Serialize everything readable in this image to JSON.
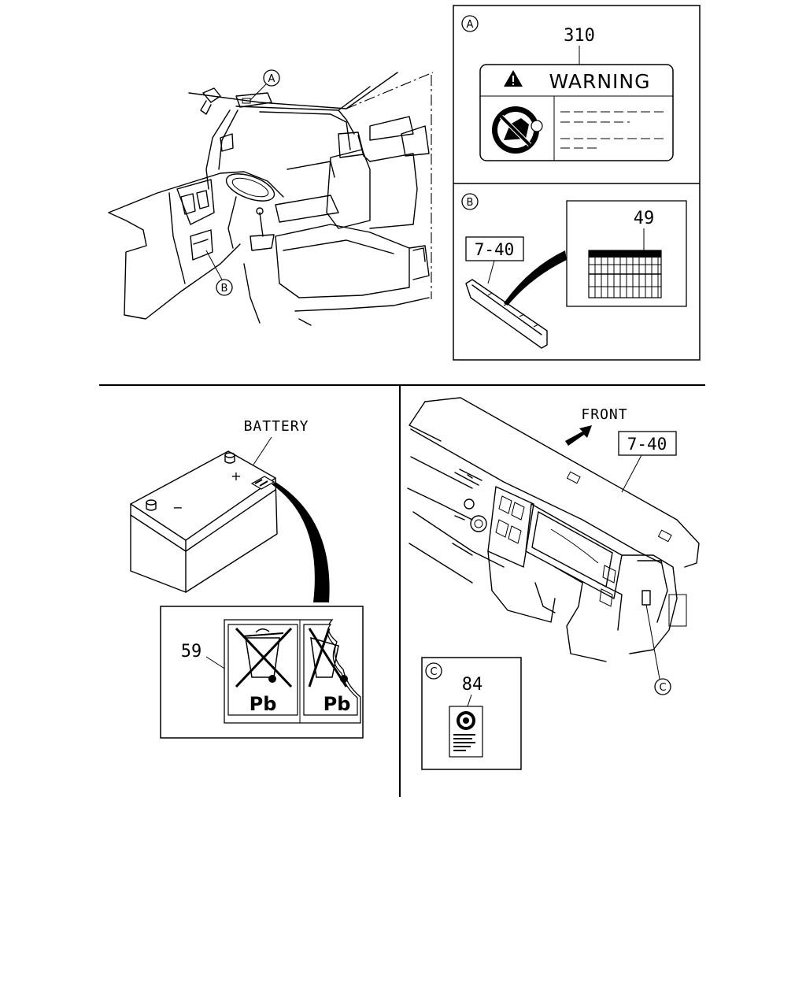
{
  "callouts": {
    "a": "A",
    "b": "B",
    "c": "C"
  },
  "panel_a": {
    "part_no": "310",
    "label_heading": "WARNING"
  },
  "panel_b": {
    "ref": "7-40",
    "part_no": "49"
  },
  "battery": {
    "label": "BATTERY",
    "plus": "+",
    "minus": "−",
    "part_no": "59",
    "symbol_text": "Pb"
  },
  "dashboard": {
    "direction_label": "FRONT",
    "ref": "7-40"
  },
  "panel_c": {
    "part_no": "84"
  }
}
